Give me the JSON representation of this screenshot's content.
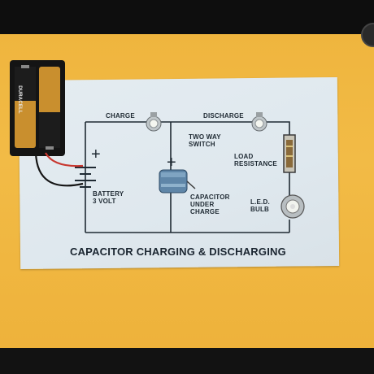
{
  "labels": {
    "charge": "CHARGE",
    "discharge": "DISCHARGE",
    "two_way_switch": "TWO WAY\nSWITCH",
    "load_resistance": "LOAD\nRESISTANCE",
    "battery": "BATTERY\n3 VOLT",
    "capacitor": "CAPACITOR\nUNDER\nCHARGE",
    "led_bulb": "L.E.D.\nBULB",
    "plus_left": "+",
    "plus_cap": "+",
    "title": "CAPACITOR CHARGING & DISCHARGING"
  },
  "battery_brand": "DURACELL",
  "colors": {
    "board": "#f0b740",
    "paper": "#e1e9ef",
    "wire": "#1f2a33",
    "battery_holder": "#141414",
    "battery_cell": "#c98f2e"
  }
}
